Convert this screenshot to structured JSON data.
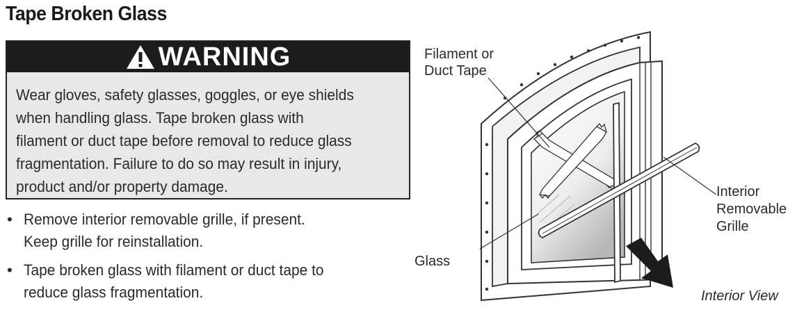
{
  "section": {
    "title": "Tape Broken Glass"
  },
  "warning": {
    "heading": "WARNING",
    "icon": "warning-triangle-icon",
    "lines": [
      "Wear gloves, safety glasses, goggles, or eye shields",
      "when handling glass.  Tape broken glass with",
      "filament or duct tape before removal to reduce glass",
      "fragmentation.  Failure to do so may result in injury,",
      "product and/or property damage."
    ]
  },
  "steps": [
    {
      "lines": [
        "Remove interior removable grille, if present.",
        "Keep grille for reinstallation."
      ]
    },
    {
      "lines": [
        "Tape broken glass with filament or duct tape to",
        "reduce glass fragmentation."
      ]
    }
  ],
  "illustration": {
    "tape_label": [
      "Filament or",
      "Duct Tape"
    ],
    "grille_label": [
      "Interior",
      "Removable",
      "Grille"
    ],
    "glass_label": "Glass",
    "view_label": "Interior View"
  }
}
